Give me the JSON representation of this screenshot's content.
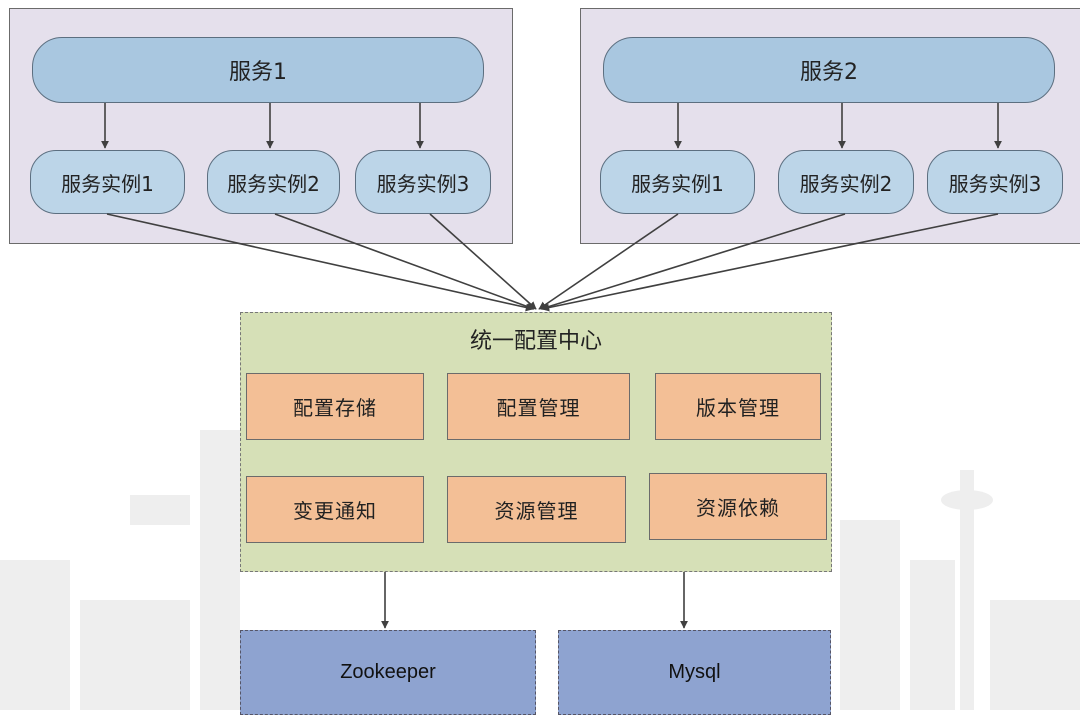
{
  "service1": {
    "title": "服务1",
    "instances": [
      "服务实例1",
      "服务实例2",
      "服务实例3"
    ]
  },
  "service2": {
    "title": "服务2",
    "instances": [
      "服务实例1",
      "服务实例2",
      "服务实例3"
    ]
  },
  "config_center": {
    "title": "统一配置中心",
    "modules": [
      "配置存储",
      "配置管理",
      "版本管理",
      "变更通知",
      "资源管理",
      "资源依赖"
    ]
  },
  "storage": [
    "Zookeeper",
    "Mysql"
  ],
  "colors": {
    "panel_bg": "#e5e0ec",
    "service_fill": "#a9c7e0",
    "instance_fill": "#bcd5e8",
    "center_fill": "#d6e0b7",
    "module_fill": "#f3bf96",
    "storage_fill": "#8ea3d0",
    "arrow": "#404040"
  }
}
